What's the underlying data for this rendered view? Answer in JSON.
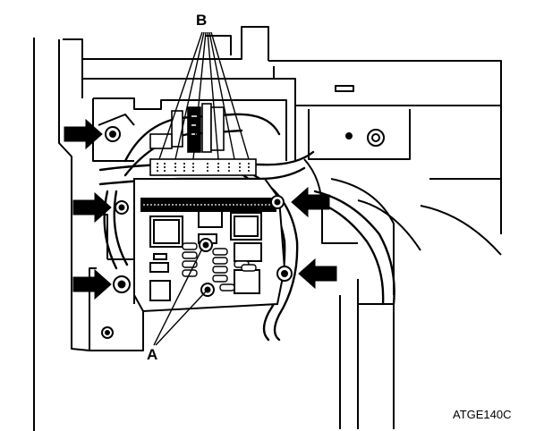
{
  "callouts": {
    "a": "A",
    "b": "B"
  },
  "figure_code": "ATGE140C",
  "arrow_count": 5,
  "icons": {
    "arrow": "arrow-icon",
    "bolt": "bolt-icon"
  }
}
